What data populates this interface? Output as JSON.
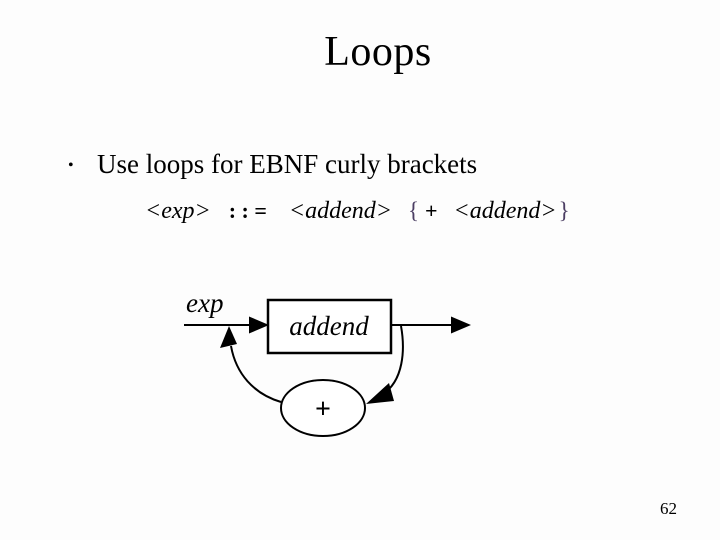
{
  "slide": {
    "title": "Loops",
    "bullet": {
      "marker": "•",
      "text": "Use loops for EBNF curly brackets"
    },
    "rule": {
      "exp": "<exp>",
      "assign": ": : =",
      "addend1": "<addend>",
      "open_brace": "{",
      "plus": "+",
      "addend2": "<addend>",
      "close_brace": "}"
    },
    "diagram": {
      "entry_label": "exp",
      "box_label": "addend",
      "loop_label": "+"
    },
    "page_number": "62",
    "colors": {
      "text": "#000000",
      "brace": "#4b3e63",
      "background": "#fdfdfd"
    }
  }
}
